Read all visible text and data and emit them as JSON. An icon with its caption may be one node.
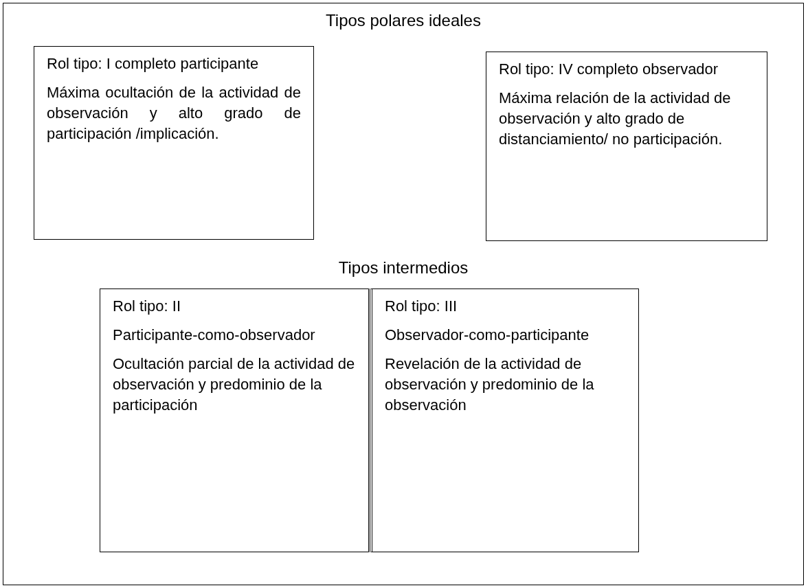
{
  "diagram": {
    "nodes": [
      {
        "text": [
          "Tipos polares ideales",
          "Tipos intermedios"
        ]
      },
      {
        "text": [
          "Rol tipo: I completo participante",
          "Máxima ocultación de la actividad de observación y alto grado de participación /implicación."
        ],
        "in": 0
      },
      {
        "text": [
          "Rol tipo: IV completo observador",
          "Máxima relación de la actividad de observación y alto grado de distanciamiento/ no participación."
        ],
        "in": 0
      },
      {
        "text": [
          "Rol tipo: II",
          "Participante-como-observador",
          "Ocultación parcial de la actividad de observación y predominio de la participación"
        ],
        "in": 0
      },
      {
        "text": [
          "Rol tipo: III",
          "Observador-como-participante",
          "Revelación de la actividad de observación y predominio de la observación"
        ],
        "in": 0
      }
    ],
    "edges": []
  }
}
